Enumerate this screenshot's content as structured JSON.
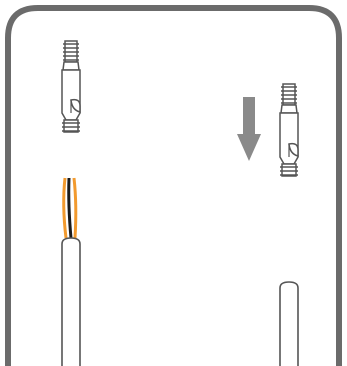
{
  "figure": {
    "kind": "installation-instruction-illustration",
    "steps": [
      {
        "step": "left",
        "parts": [
          "connector-pin",
          "cable-with-two-wires"
        ],
        "wire_colors": [
          "black",
          "orange"
        ]
      },
      {
        "step": "right",
        "parts": [
          "down-arrow",
          "connector-pin",
          "cable"
        ]
      }
    ]
  },
  "colors": {
    "frame": "#6b6b6b",
    "line": "#555555",
    "arrow": "#8a8a8a",
    "wire_orange": "#f29a2e",
    "wire_black": "#1a1a1a",
    "background": "#ffffff"
  }
}
